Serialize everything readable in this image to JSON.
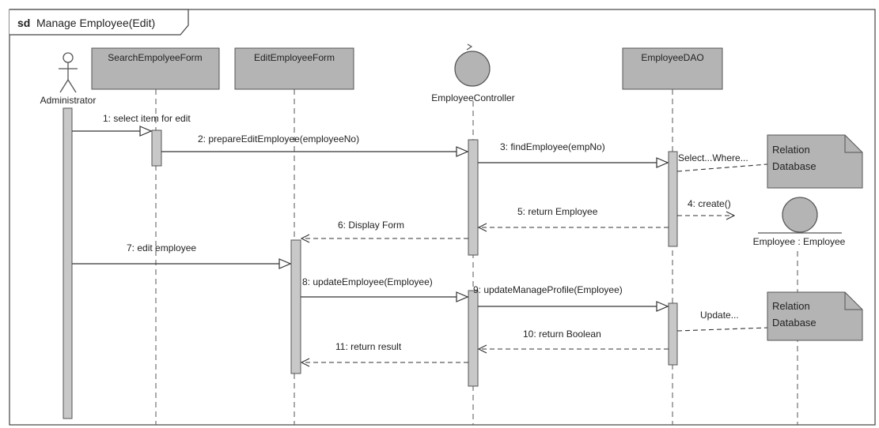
{
  "frame": {
    "keyword": "sd",
    "name": "Manage Employee(Edit)"
  },
  "lifelines": {
    "actor": "Administrator",
    "search_form": "SearchEmpolyeeForm",
    "edit_form": "EditEmployeeForm",
    "controller": "EmployeeController",
    "dao": "EmployeeDAO"
  },
  "messages": {
    "m1": "1: select item for edit",
    "m2": "2: prepareEditEmployee(employeeNo)",
    "m3": "3: findEmployee(empNo)",
    "m4": "4: create()",
    "m5": "5: return Employee",
    "m6": "6: Display Form",
    "m7": "7: edit employee",
    "m8": "8: updateEmployee(Employee)",
    "m9": "9: updateManageProfile(Employee)",
    "m10": "10: return Boolean",
    "m11": "11: return result"
  },
  "notes": {
    "db1": [
      "Relation",
      "Database"
    ],
    "db2": [
      "Relation",
      "Database"
    ],
    "select_query": "Select...Where...",
    "update_query": "Update..."
  },
  "created_object": "Employee : Employee",
  "colors": {
    "box_fill": "#b4b4b4",
    "activation_fill": "#c8c8c8",
    "line": "#333333"
  }
}
